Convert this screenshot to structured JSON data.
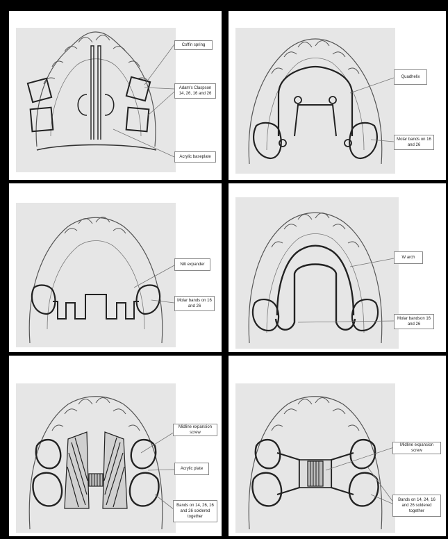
{
  "panels": [
    {
      "name": "coffin-spring-appliance",
      "labels": [
        "Coffin spring",
        "Adam's Claspson 14, 26, 16 and 26",
        "Acrylic baseplate"
      ]
    },
    {
      "name": "quadhelix-appliance",
      "labels": [
        "Quadhelix",
        "Molar bands on 16 and 26"
      ]
    },
    {
      "name": "niti-expander-appliance",
      "labels": [
        "Niti expander",
        "Molar bands on 16 and 26"
      ]
    },
    {
      "name": "w-arch-appliance",
      "labels": [
        "W arch",
        "Molar bandson 16 and 26"
      ]
    },
    {
      "name": "removable-expansion-plate",
      "labels": [
        "Midline expansion screw",
        "Acrylic plate",
        "Bands on 14, 26, 16 and 26 soldered together"
      ]
    },
    {
      "name": "banded-rapid-expander",
      "labels": [
        "Midline expansion screw",
        "Bands on 14, 24, 16 and 26 soldered together"
      ]
    }
  ]
}
